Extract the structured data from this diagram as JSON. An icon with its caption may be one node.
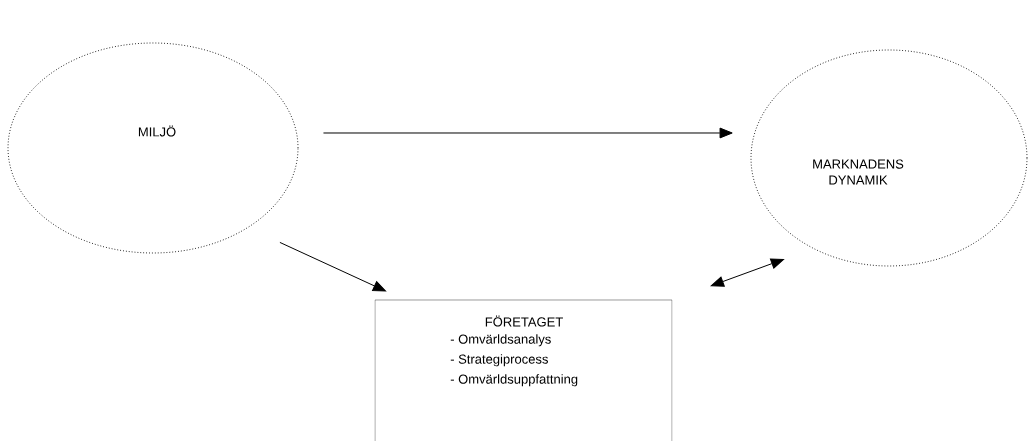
{
  "diagram": {
    "nodes": [
      {
        "text": [
          "MILJÖ"
        ]
      },
      {
        "text": [
          "MARKNADENS DYNAMIK"
        ]
      },
      {
        "text": [
          "FÖRETAGET",
          "- Omvärldsanalys",
          "- Strategiprocess",
          "- Omvärldsuppfattning"
        ]
      }
    ],
    "edges": [
      {
        "from": 0,
        "to": 1,
        "arrow": "to"
      },
      {
        "from": 0,
        "to": 2,
        "arrow": "to"
      },
      {
        "from": 2,
        "to": 1,
        "arrow": "both"
      }
    ]
  }
}
